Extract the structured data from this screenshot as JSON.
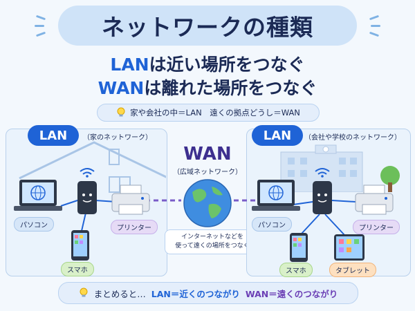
{
  "title": "ネットワークの種類",
  "headline": {
    "line1_em": "LAN",
    "line1_rest": "は近い場所をつなぐ",
    "line2_em": "WAN",
    "line2_rest": "は離れた場所をつなぐ"
  },
  "hint": "家や会社の中＝LAN　遠くの拠点どうし＝WAN",
  "left_panel": {
    "tag": "LAN",
    "subtitle": "（家のネットワーク）",
    "devices": {
      "pc": "パソコン",
      "phone": "スマホ",
      "printer": "プリンター"
    }
  },
  "wan": {
    "title": "WAN",
    "subtitle": "（広域ネットワーク）",
    "note_line1": "インターネットなどを",
    "note_line2": "使って遠くの場所をつなぐ"
  },
  "right_panel": {
    "tag": "LAN",
    "subtitle": "（会社や学校のネットワーク）",
    "devices": {
      "pc": "パソコン",
      "phone": "スマホ",
      "printer": "プリンター",
      "tablet": "タブレット"
    }
  },
  "summary": {
    "lead": "まとめると…",
    "lan": "LAN＝近くのつながり",
    "wan": "WAN＝遠くのつながり"
  },
  "colors": {
    "accent_blue": "#1f63d6",
    "accent_purple": "#6b3fb5",
    "navy": "#1b2a55"
  }
}
